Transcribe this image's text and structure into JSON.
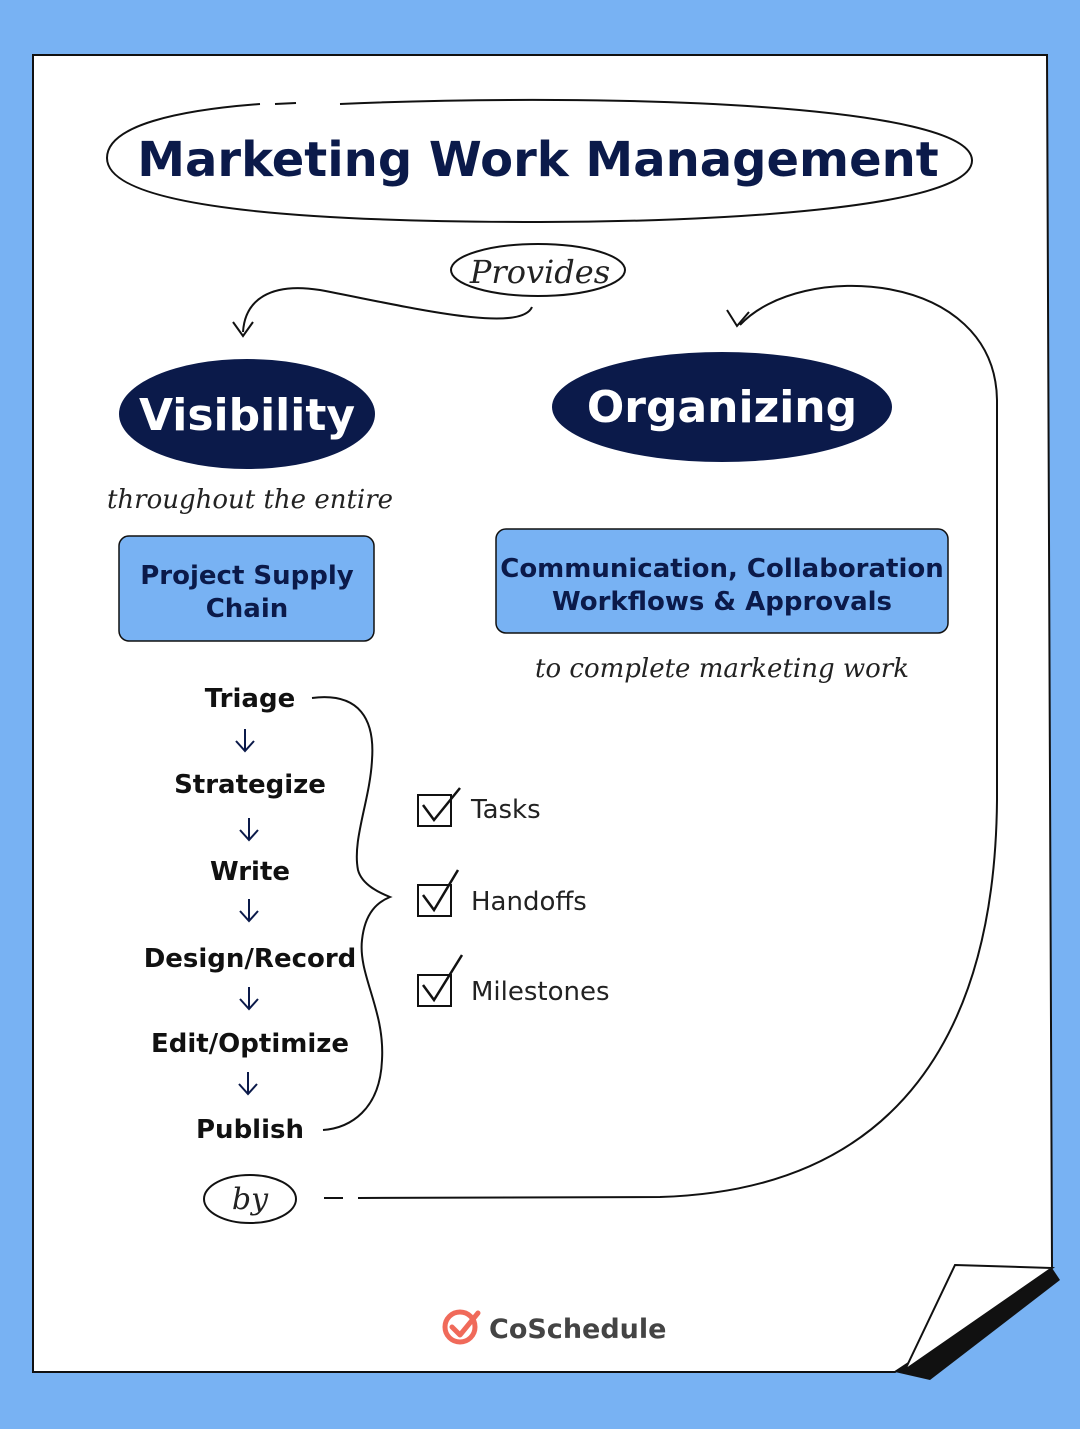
{
  "title": "Marketing Work Management",
  "connector_top": "Provides",
  "visibility": {
    "label": "Visibility",
    "subtitle": "throughout the entire",
    "box": [
      "Project Supply",
      "Chain"
    ],
    "steps": [
      "Triage",
      "Strategize",
      "Write",
      "Design/Record",
      "Edit/Optimize",
      "Publish"
    ]
  },
  "organizing": {
    "label": "Organizing",
    "box": [
      "Communication, Collaboration",
      "Workflows & Approvals"
    ],
    "subtitle": "to complete marketing work"
  },
  "checklist": [
    "Tasks",
    "Handoffs",
    "Milestones"
  ],
  "connector_bottom": "by",
  "brand": "CoSchedule",
  "colors": {
    "background": "#78b2f3",
    "navy": "#0b1a4a",
    "box_fill": "#78b2f3",
    "brand_red": "#f06a5a"
  }
}
